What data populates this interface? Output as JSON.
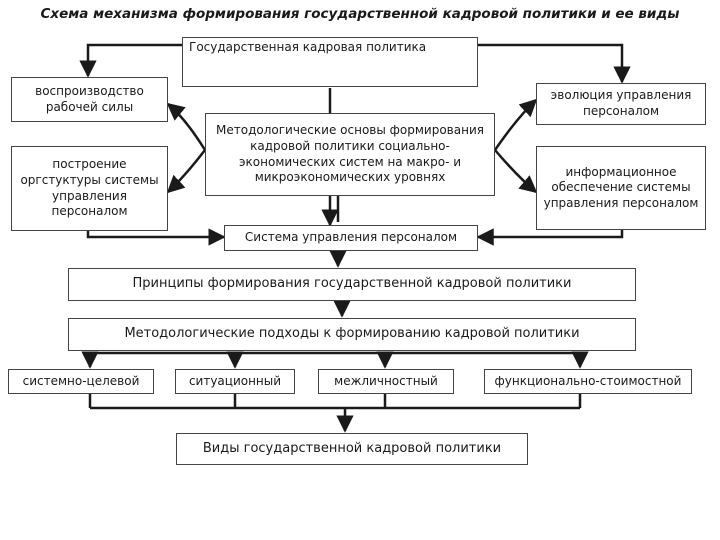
{
  "title": "Схема механизма формирования государственной кадровой политики и ее виды",
  "nodes": {
    "gov_policy": "Государственная кадровая политика",
    "reproduction": "воспроизводство рабочей силы",
    "org_structure": "построение оргстуктуры системы управления персоналом",
    "methodological_basis": "Методологические основы формирования кадровой политики социально-экономических систем на макро- и микроэкономических уровнях",
    "evolution": "эволюция управления персоналом",
    "info_support": "информационное обеспечение системы управления персоналом",
    "hr_system": "Система управления персоналом",
    "principles": "Принципы формирования государственной кадровой политики",
    "approaches": "Методологические подходы к формированию кадровой политики",
    "types": "Виды государственной кадровой политики"
  },
  "approach_items": [
    "системно-целевой",
    "ситуационный",
    "межличностный",
    "функционально-стоимостной"
  ]
}
